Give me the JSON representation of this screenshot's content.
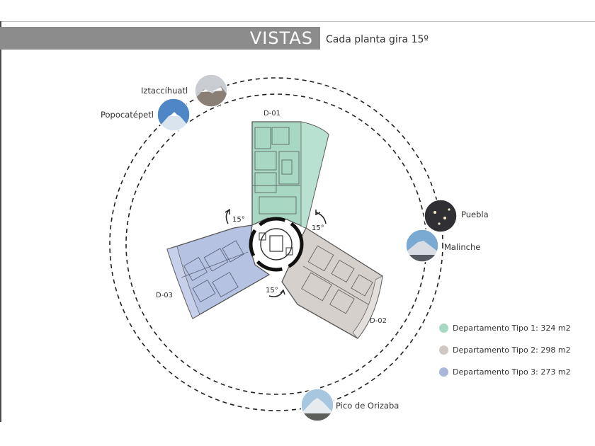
{
  "header": {
    "title": "VISTAS",
    "subtitle": "Cada planta gira 15º"
  },
  "views": {
    "iztaccihuatl": "Iztaccíhuatl",
    "popocatepetl": "Popocatépetl",
    "puebla": "Puebla",
    "malinche": "Malinche",
    "pico_de_orizaba": "Pico de Orizaba"
  },
  "units": {
    "d01": "D-01",
    "d02": "D-02",
    "d03": "D-03"
  },
  "rotation_labels": [
    "15°",
    "15°",
    "15°"
  ],
  "legend": [
    {
      "label": "Departamento Tipo 1: 324 m2",
      "color": "#a8d8c4"
    },
    {
      "label": "Departamento Tipo 2: 298 m2",
      "color": "#cfc8c4"
    },
    {
      "label": "Departamento Tipo 3: 273 m2",
      "color": "#a9b6d8"
    }
  ],
  "colors": {
    "tipo1": "#a8d8c4",
    "tipo2": "#d6d0cc",
    "tipo3": "#b6c2e2",
    "header": "#8c8c8c"
  }
}
